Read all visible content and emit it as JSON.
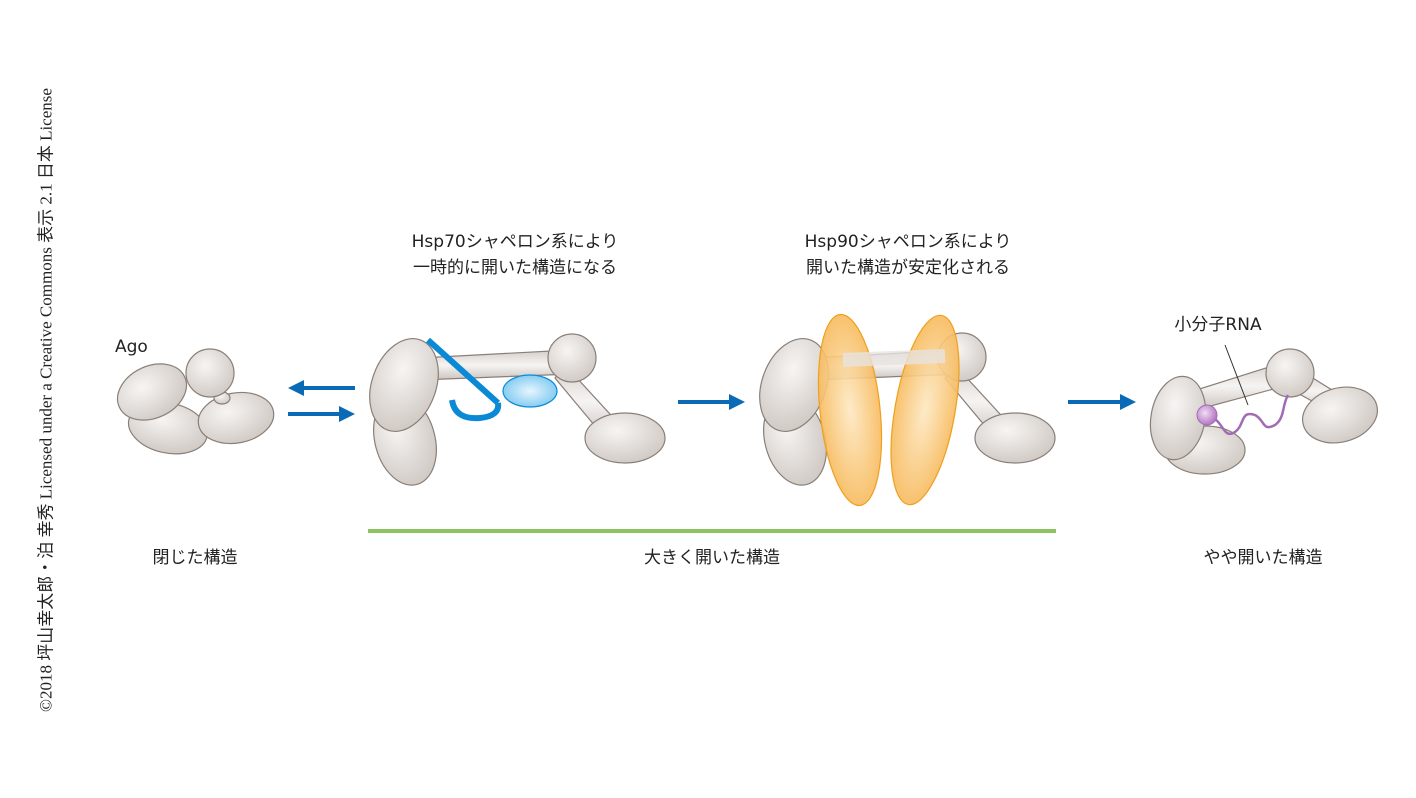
{
  "copyright": "©2018 坪山幸太郎・泊 幸秀 Licensed under a Creative Commons 表示 2.1 日本 License",
  "labels": {
    "ago": "Ago",
    "hsp70_line1": "Hsp70シャペロン系により",
    "hsp70_line2": "一時的に開いた構造になる",
    "hsp90_line1": "Hsp90シャペロン系により",
    "hsp90_line2": "開いた構造が安定化される",
    "small_rna": "小分子RNA",
    "closed": "閉じた構造",
    "wide_open": "大きく開いた構造",
    "slightly_open": "やや開いた構造"
  },
  "colors": {
    "protein": "#dcd7d3",
    "protein_stroke": "#8a7f78",
    "arrow": "#0a6ab5",
    "hsp70": "#0a8ad6",
    "hsp90": "#f7b84a",
    "rna": "#a26bb5",
    "bracket": "#8cc464"
  }
}
